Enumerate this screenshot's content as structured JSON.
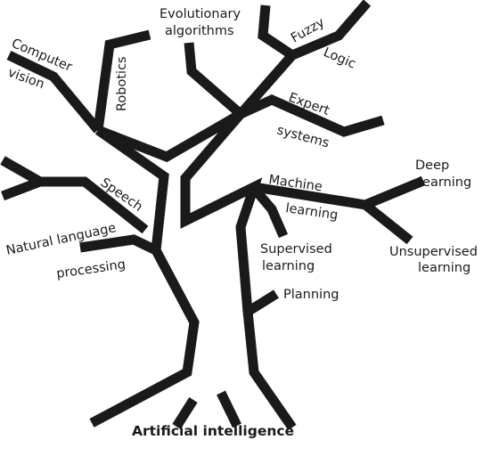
{
  "title": "Artificial intelligence",
  "branches": {
    "computer_vision": [
      "Computer",
      "vision"
    ],
    "robotics": "Robotics",
    "evolutionary_algorithms": [
      "Evolutionary",
      "algorithms"
    ],
    "fuzzy_logic": [
      "Fuzzy",
      "Logic"
    ],
    "expert_systems": [
      "Expert",
      "systems"
    ],
    "speech": "Speech",
    "natural_language_processing": [
      "Natural language",
      "processing"
    ],
    "machine_learning": [
      "Machine",
      "learning"
    ],
    "deep_learning": [
      "Deep",
      "learning"
    ],
    "unsupervised_learning": [
      "Unsupervised",
      "learning"
    ],
    "supervised_learning": [
      "Supervised",
      "learning"
    ],
    "planning": "Planning"
  },
  "colors": {
    "ink": "#1a1a1a",
    "background": "#ffffff"
  }
}
